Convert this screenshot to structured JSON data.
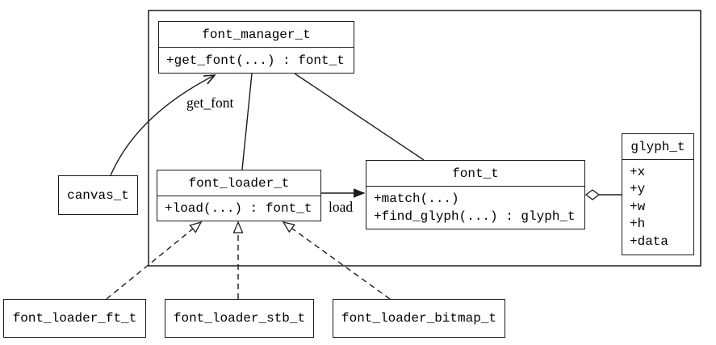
{
  "diagram": {
    "type": "uml-class-diagram",
    "colors": {
      "background": "#ffffff",
      "stroke": "#1c1c1c",
      "text": "#000000"
    },
    "classes": {
      "font_manager": {
        "title": "font_manager_t",
        "members": [
          "+get_font(...) : font_t"
        ]
      },
      "canvas": {
        "title": "canvas_t",
        "members": []
      },
      "font_loader": {
        "title": "font_loader_t",
        "members": [
          "+load(...) : font_t"
        ]
      },
      "font": {
        "title": "font_t",
        "members": [
          "+match(...)",
          "+find_glyph(...) : glyph_t"
        ]
      },
      "glyph": {
        "title": "glyph_t",
        "members": [
          "+x",
          "+y",
          "+w",
          "+h",
          "+data"
        ]
      },
      "font_loader_ft": {
        "title": "font_loader_ft_t",
        "members": []
      },
      "font_loader_stb": {
        "title": "font_loader_stb_t",
        "members": []
      },
      "font_loader_bitmap": {
        "title": "font_loader_bitmap_t",
        "members": []
      }
    },
    "edge_labels": {
      "get_font": "get_font",
      "load": "load"
    },
    "relationships": {
      "canvas_to_font_manager": "directed association (open arrow), label get_font",
      "font_manager_to_font_loader": "association",
      "font_manager_to_font": "association",
      "font_loader_to_font": "directed association (filled arrow), label load",
      "font_to_glyph": "aggregation (hollow diamond at font_t)",
      "loaders_to_font_loader": "dashed realization with hollow triangles"
    }
  }
}
